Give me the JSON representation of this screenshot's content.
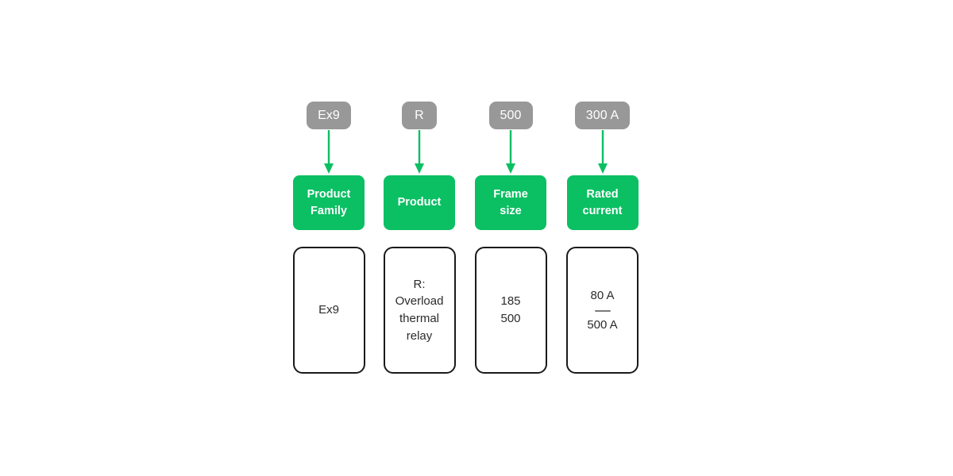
{
  "diagram": {
    "type": "product-code-breakdown",
    "colors": {
      "code_pill_background": "#989898",
      "code_pill_text": "#ffffff",
      "label_box_background": "#0bbf63",
      "label_box_text": "#ffffff",
      "arrow": "#0bbf63",
      "detail_box_border": "#1a1a1a",
      "detail_box_background": "#ffffff",
      "detail_box_text": "#2b2b2b",
      "range_dash": "#7a7a7a",
      "page_background": "#ffffff"
    },
    "columns": [
      {
        "code": "Ex9",
        "arrow_icon": "down-arrow-icon",
        "label": "Product Family",
        "label_lines": [
          "Product",
          "Family"
        ],
        "detail_lines": [
          "Ex9"
        ],
        "has_range_dash": false
      },
      {
        "code": "R",
        "arrow_icon": "down-arrow-icon",
        "label": "Product",
        "label_lines": [
          "Product"
        ],
        "detail_lines": [
          "R:",
          "Overload",
          "thermal",
          "relay"
        ],
        "has_range_dash": false
      },
      {
        "code": "500",
        "arrow_icon": "down-arrow-icon",
        "label": "Frame size",
        "label_lines": [
          "Frame",
          "size"
        ],
        "detail_lines": [
          "185",
          "500"
        ],
        "has_range_dash": false
      },
      {
        "code": "300 A",
        "arrow_icon": "down-arrow-icon",
        "label": "Rated current",
        "label_lines": [
          "Rated",
          "current"
        ],
        "detail_lines": [
          "80 A",
          "500 A"
        ],
        "has_range_dash": true,
        "range_from": "80 A",
        "range_to": "500 A"
      }
    ]
  }
}
